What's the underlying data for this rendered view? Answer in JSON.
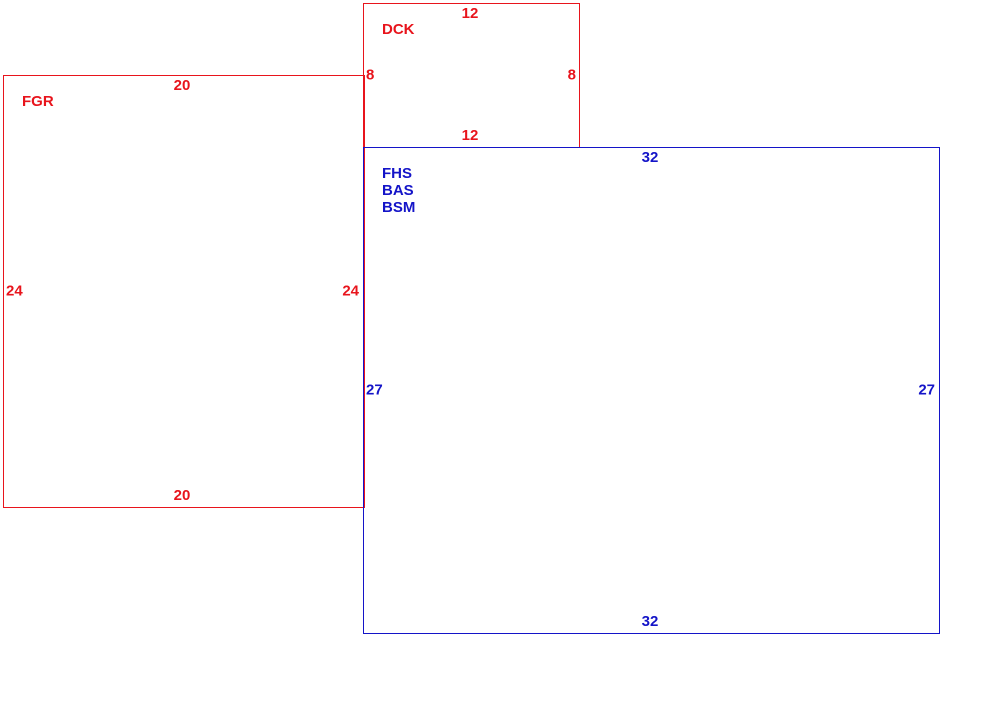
{
  "colors": {
    "red": "#e8141c",
    "blue": "#1414c8"
  },
  "areas": {
    "dck": {
      "labels": [
        "DCK"
      ],
      "color": "red",
      "dims": {
        "top": "12",
        "bottom": "12",
        "left": "8",
        "right": "8"
      }
    },
    "fgr": {
      "labels": [
        "FGR"
      ],
      "color": "red",
      "dims": {
        "top": "20",
        "bottom": "20",
        "left": "24",
        "right": "24"
      }
    },
    "main": {
      "labels": [
        "FHS",
        "BAS",
        "BSM"
      ],
      "color": "blue",
      "dims": {
        "top": "32",
        "bottom": "32",
        "left": "27",
        "right": "27"
      }
    }
  }
}
